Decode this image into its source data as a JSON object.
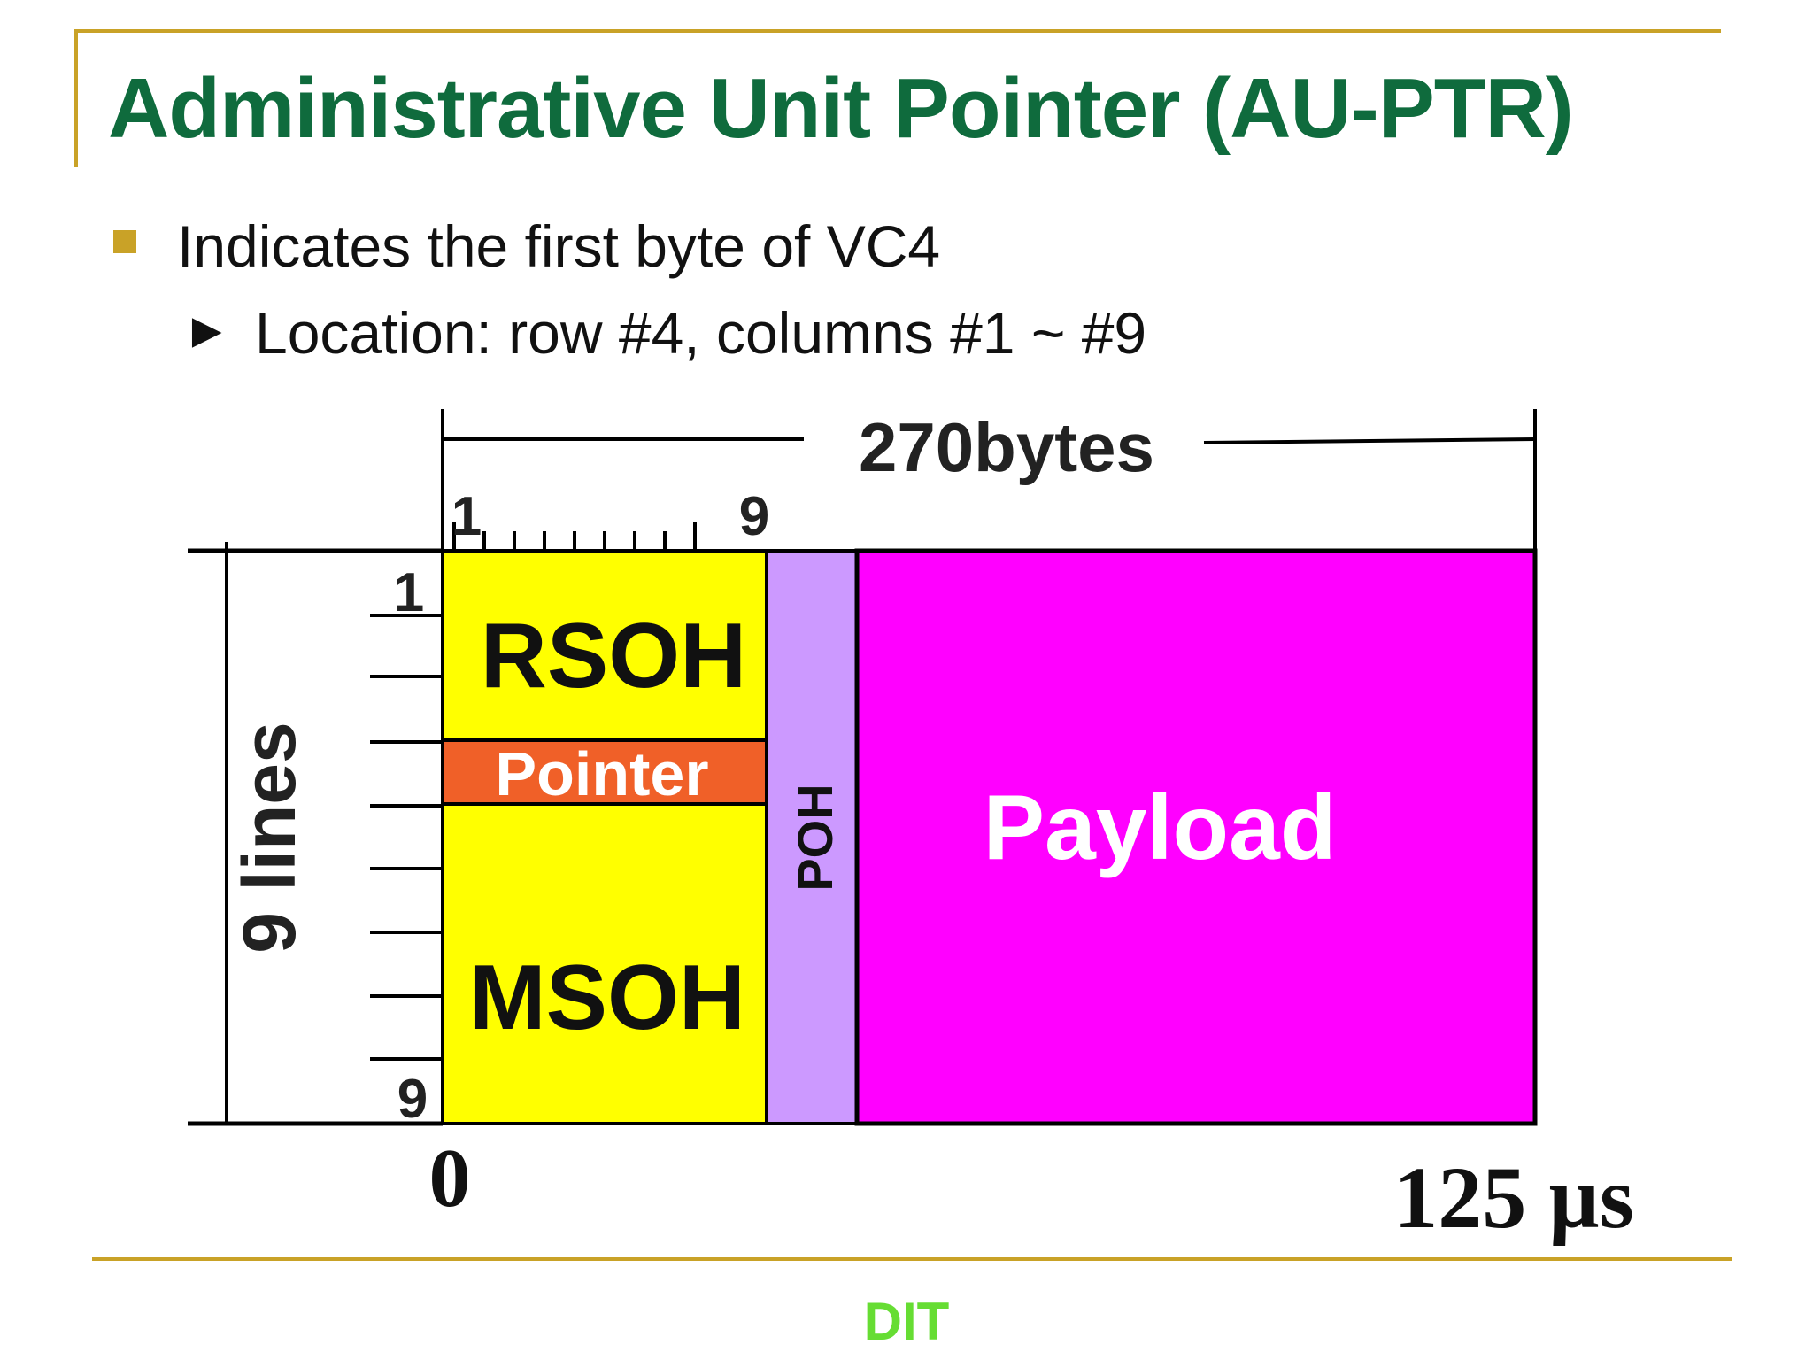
{
  "title": "Administrative Unit Pointer (AU-PTR)",
  "bullet": "Indicates the first byte of VC4",
  "sub_bullet": {
    "arrow": "►",
    "text": "Location: row #4, columns #1 ~ #9"
  },
  "diagram": {
    "width_label": "270bytes",
    "col_start": "1",
    "col_end": "9",
    "row_start": "1",
    "row_end": "9",
    "height_label": "9 lines",
    "time_start": "0",
    "time_end": "125 µs",
    "rsoh": "RSOH",
    "pointer": "Pointer",
    "msoh": "MSOH",
    "poh": "POH",
    "payload": "Payload",
    "colors": {
      "overhead": "#ffff00",
      "pointer": "#f06028",
      "poh": "#cc99ff",
      "payload": "#ff00ff"
    }
  },
  "footer": "DIT",
  "colors": {
    "title": "#0f6b3d",
    "accent": "#c9a227",
    "footer": "#66dd33"
  }
}
